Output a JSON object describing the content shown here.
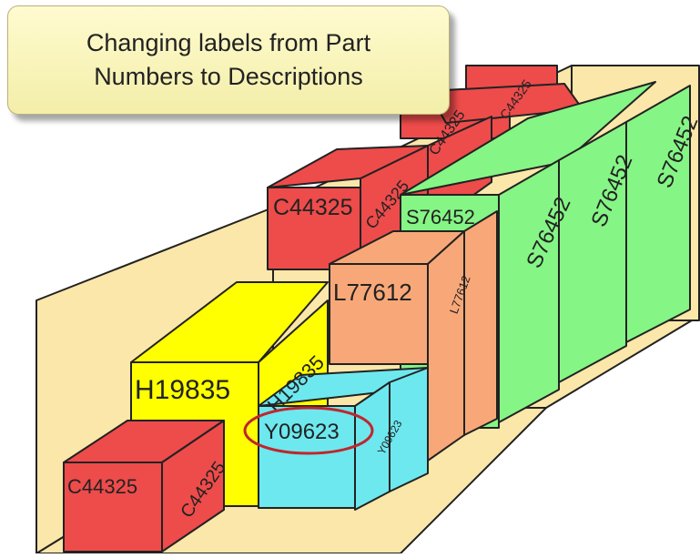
{
  "caption": {
    "line1": "Changing labels from Part",
    "line2": "Numbers to Descriptions"
  },
  "colors": {
    "shelf": "#fbe7a9",
    "outline": "#222222",
    "red": "#ee4b4b",
    "yellow": "#ffff00",
    "orange": "#f8a878",
    "green": "#85f585",
    "cyan": "#6de8ef",
    "highlight_ring": "#c0262c"
  },
  "box_labels": {
    "back_red_front": "C44325",
    "back_red_side": "C44325",
    "back_red_side_2": "C44325",
    "back_red_side_3": "C44325",
    "green_front_1": "S76452",
    "green_front_2": "S76452",
    "green_front_3": "S76452",
    "green_front_4": "S76452",
    "orange_front": "L77612",
    "orange_side": "L77612",
    "yellow_front": "H19835",
    "yellow_side": "H19835",
    "cyan_front": "Y09623",
    "cyan_side": "Y09623",
    "front_red_front": "C44325",
    "front_red_side": "C44325"
  },
  "highlighted_label": "Y09623"
}
